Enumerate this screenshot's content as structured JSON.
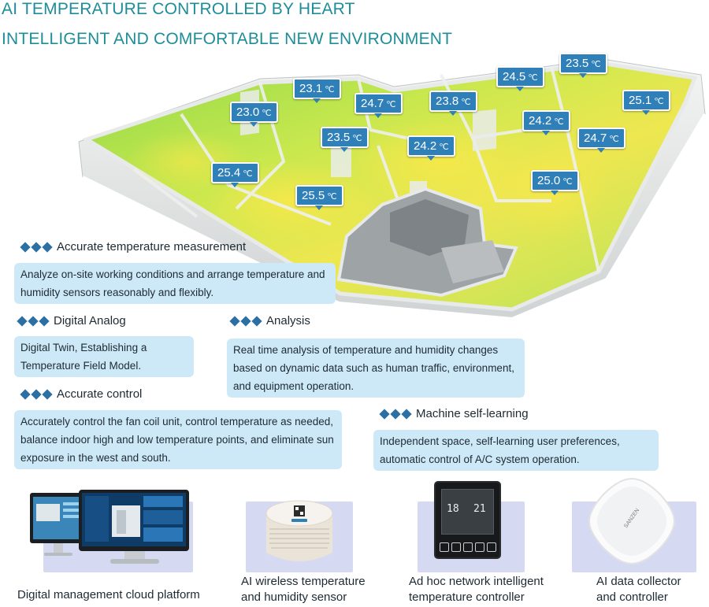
{
  "header": {
    "line1": "AI TEMPERATURE CONTROLLED BY HEART",
    "line2": "INTELLIGENT AND COMFORTABLE NEW ENVIRONMENT"
  },
  "temperature_unit": "℃",
  "readings": [
    {
      "value": "23.5"
    },
    {
      "value": "24.5"
    },
    {
      "value": "23.1"
    },
    {
      "value": "24.7"
    },
    {
      "value": "23.8"
    },
    {
      "value": "25.1"
    },
    {
      "value": "23.0"
    },
    {
      "value": "24.2"
    },
    {
      "value": "23.5"
    },
    {
      "value": "24.2"
    },
    {
      "value": "24.7"
    },
    {
      "value": "25.4"
    },
    {
      "value": "25.0"
    },
    {
      "value": "25.5"
    }
  ],
  "features": [
    {
      "title": "Accurate temperature measurement",
      "line1": "Analyze on-site working conditions and arrange temperature and",
      "line2": "humidity sensors reasonably and flexibly."
    },
    {
      "title": "Digital Analog",
      "line1": "Digital Twin, Establishing a",
      "line2": "Temperature Field Model."
    },
    {
      "title": "Analysis",
      "line1": "Real time analysis of temperature and humidity changes",
      "line2": "based on dynamic data such as human traffic, environment,",
      "line3": "and equipment operation."
    },
    {
      "title": "Accurate control",
      "line1": "Accurately control the fan coil unit, control temperature as needed,",
      "line2": "balance indoor high and low temperature points, and eliminate sun",
      "line3": "exposure in the west and south."
    },
    {
      "title": "Machine self-learning",
      "line1": "Independent space, self-learning user preferences,",
      "line2": "automatic control of A/C system operation."
    }
  ],
  "products": [
    {
      "line1": "Digital management cloud platform"
    },
    {
      "line1": "AI wireless temperature",
      "line2": "and humidity sensor"
    },
    {
      "line1": "Ad hoc network intelligent",
      "line2": "temperature controller"
    },
    {
      "line1": "AI data collector",
      "line2": "and controller"
    }
  ],
  "device_text": {
    "collector_brand": "SANZEN",
    "controller_temp": "18",
    "controller_set": "21"
  },
  "colors": {
    "title": "#1f8d99",
    "tag": "#2f7fb8",
    "box": "#cde9f7",
    "diamond": "#2b6fa3",
    "product_bg": "#d5d9f2",
    "heat_cool": "#9fdc4a",
    "heat_warm": "#f3e64a"
  }
}
